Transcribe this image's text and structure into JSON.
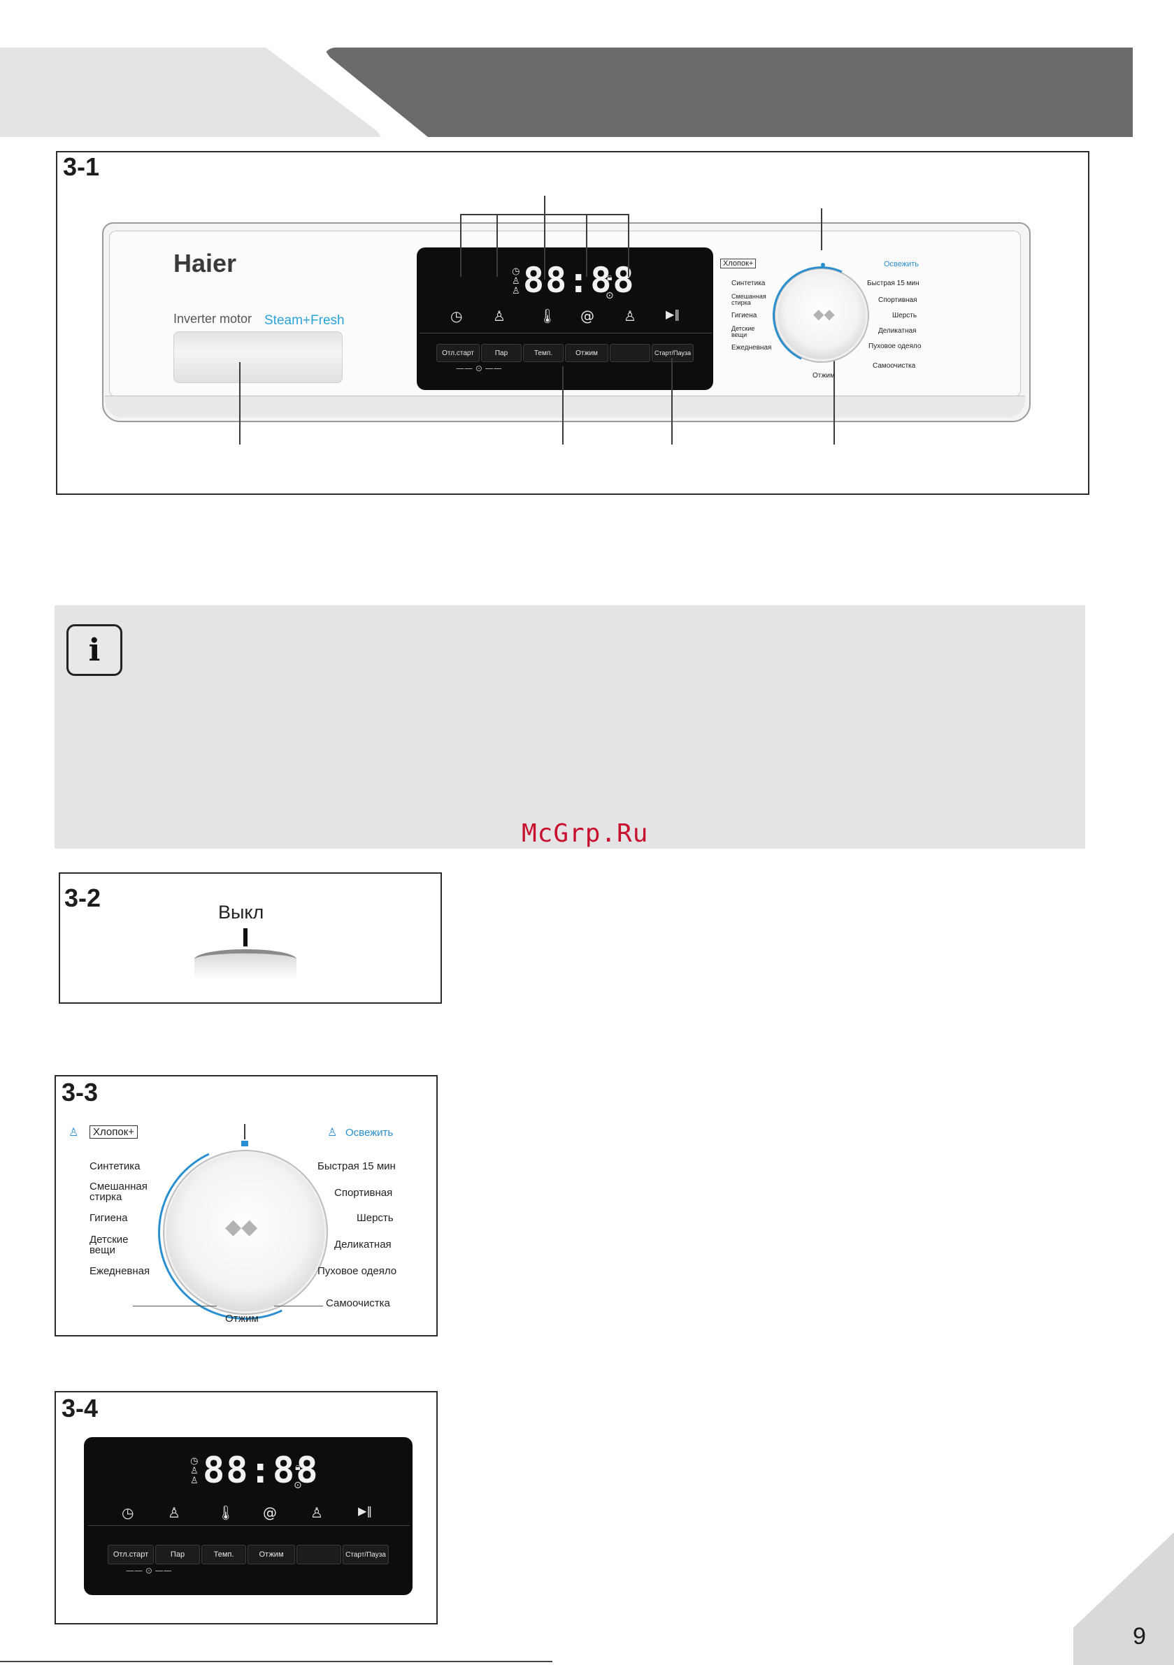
{
  "header": {},
  "figures": {
    "fig1": {
      "label": "3-1",
      "brand": "Haier",
      "inverter_text": "Inverter motor",
      "steam_text": "Steam+Fresh",
      "display_digits": "88:88",
      "buttons": [
        "Отл.старт",
        "Пар",
        "Темп.",
        "Отжим",
        "",
        "Старт/Пауза"
      ],
      "dial_left": [
        "Хлопок+",
        "Синтетика",
        "Смешанная стирка",
        "Гигиена",
        "Детские вещи",
        "Ежедневная"
      ],
      "dial_right": [
        "Освежить",
        "Быстрая 15 мин",
        "Спортивная",
        "Шерсть",
        "Деликатная",
        "Пуховое одеяло",
        "Самоочистка"
      ],
      "dial_bottom": "Отжим"
    },
    "fig2": {
      "label": "3-2",
      "off_label": "Выкл"
    },
    "fig3": {
      "label": "3-3",
      "dial_left": [
        "Хлопок+",
        "Синтетика",
        "Смешанная\nстирка",
        "Гигиена",
        "Детские\nвещи",
        "Ежедневная"
      ],
      "dial_right": [
        "Освежить",
        "Быстрая 15 мин",
        "Спортивная",
        "Шерсть",
        "Деликатная",
        "Пуховое одеяло",
        "Самоочистка"
      ],
      "dial_bottom": "Отжим"
    },
    "fig4": {
      "label": "3-4",
      "display_digits": "88:88",
      "buttons": [
        "Отл.старт",
        "Пар",
        "Темп.",
        "Отжим",
        "",
        "Старт/Пауза"
      ]
    }
  },
  "watermark": "McGrp.Ru",
  "info_icon": "i",
  "page_number": "9",
  "colors": {
    "header_dark": "#6b6a6d",
    "header_light": "#e4e4e6",
    "accent_blue": "#2a8fd0",
    "watermark": "#c8102e"
  }
}
